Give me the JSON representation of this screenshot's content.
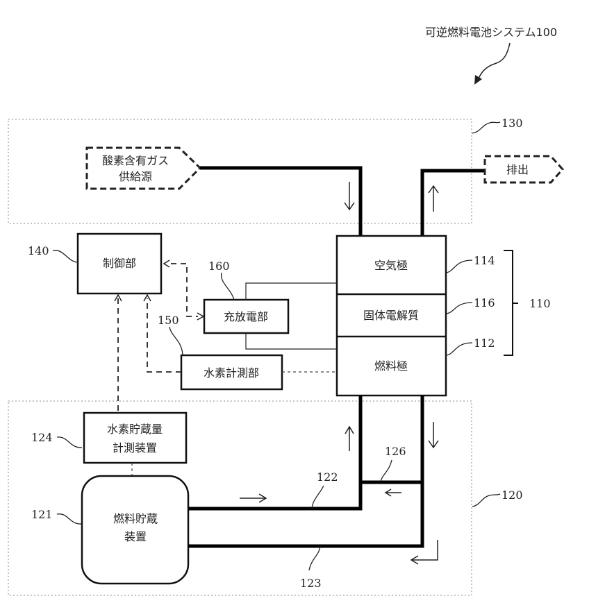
{
  "title": "可逆燃料電池システム100",
  "groups": {
    "air_supply": {
      "ref": "130"
    },
    "fuel_supply": {
      "ref": "120"
    },
    "cell": {
      "ref": "110"
    }
  },
  "components": {
    "oxygen_source": {
      "line1": "酸素含有ガス",
      "line2": "供給源"
    },
    "exhaust": {
      "label": "排出"
    },
    "controller": {
      "label": "制御部",
      "ref": "140"
    },
    "charger": {
      "label": "充放電部",
      "ref": "160"
    },
    "h2_meter": {
      "label": "水素計測部",
      "ref": "150"
    },
    "air_electrode": {
      "label": "空気極",
      "ref": "114"
    },
    "electrolyte": {
      "label": "固体電解質",
      "ref": "116"
    },
    "fuel_electrode": {
      "label": "燃料極",
      "ref": "112"
    },
    "h2_storage_meter": {
      "line1": "水素貯蔵量",
      "line2": "計測装置",
      "ref": "124"
    },
    "fuel_storage": {
      "line1": "燃料貯蔵",
      "line2": "装置",
      "ref": "121"
    },
    "pipe_supply": {
      "ref": "122"
    },
    "pipe_return": {
      "ref": "123"
    },
    "bypass": {
      "ref": "126"
    }
  }
}
